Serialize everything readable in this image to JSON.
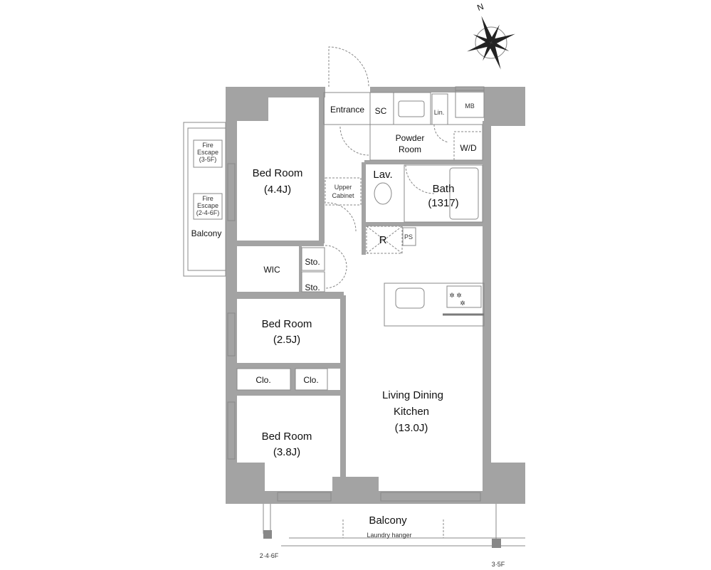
{
  "compass": {
    "north_label": "N"
  },
  "rooms": {
    "bedroom1": {
      "name": "Bed Room",
      "size": "(4.4J)"
    },
    "bedroom2": {
      "name": "Bed Room",
      "size": "(2.5J)"
    },
    "bedroom3": {
      "name": "Bed Room",
      "size": "(3.8J)"
    },
    "ldk": {
      "line1": "Living Dining",
      "line2": "Kitchen",
      "size": "(13.0J)"
    },
    "entrance": "Entrance",
    "sc": "SC",
    "lin": "Lin.",
    "mb": "MB",
    "powder": {
      "line1": "Powder",
      "line2": "Room"
    },
    "wd": "W/D",
    "lav": "Lav.",
    "bath": {
      "name": "Bath",
      "size": "(1317)"
    },
    "upper_cabinet": {
      "line1": "Upper",
      "line2": "Cabinet"
    },
    "r": "R",
    "ps": "PS",
    "wic": "WIC",
    "sto1": "Sto.",
    "sto2": "Sto.",
    "clo1": "Clo.",
    "clo2": "Clo."
  },
  "balcony_side": {
    "label": "Balcony",
    "fire_escape_1": {
      "line1": "Fire",
      "line2": "Escape",
      "line3": "(3-5F)"
    },
    "fire_escape_2": {
      "line1": "Fire",
      "line2": "Escape",
      "line3": "(2-4-6F)"
    }
  },
  "balcony_bottom": {
    "label": "Balcony",
    "laundry": "Laundry hanger",
    "note_left": "2·4·6F",
    "note_right": "3·5F"
  }
}
